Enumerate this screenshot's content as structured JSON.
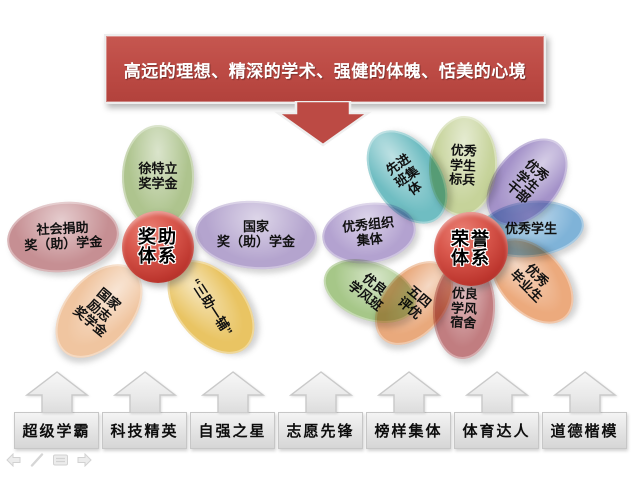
{
  "banner": {
    "text": "高远的理想、精深的学术、强健的体魄、恬美的心境",
    "color": "#bc4a44"
  },
  "left_flower": {
    "center": {
      "label": "奖助体系",
      "lines": [
        "奖助",
        "体系"
      ],
      "color": "#c23b32"
    },
    "petals": [
      {
        "label": "徐特立奖学金",
        "lines": [
          "徐特立",
          "奖学金"
        ],
        "color": "#aec48e"
      },
      {
        "label": "社会捐助奖（助）学金",
        "lines": [
          "社会捐助",
          "奖（助）学金"
        ],
        "color": "#c68f93"
      },
      {
        "label": "国家奖（助）学金",
        "lines": [
          "国家",
          "奖（助）学金"
        ],
        "color": "#b4a4ce"
      },
      {
        "label": "国家励志奖学金",
        "lines": [
          "国家",
          "励志",
          "奖学金"
        ],
        "color": "#f0c5a0"
      },
      {
        "label": "“三助一辅”",
        "lines": [
          "“三助一辅”"
        ],
        "color": "#e9c463"
      }
    ]
  },
  "right_flower": {
    "center": {
      "label": "荣誉体系",
      "lines": [
        "荣誉",
        "体系"
      ],
      "color": "#c23b32"
    },
    "petals": [
      {
        "label": "优秀组织集体",
        "lines": [
          "优秀组织",
          "集体"
        ],
        "color": "#b3a2d0"
      },
      {
        "label": "先进班集体",
        "lines": [
          "先进",
          "班集",
          "体"
        ],
        "color": "#6fbdc2"
      },
      {
        "label": "优秀学生标兵",
        "lines": [
          "优秀",
          "学生",
          "标兵"
        ],
        "color": "#c6d39a"
      },
      {
        "label": "优秀学生干部",
        "lines": [
          "优秀",
          "学生",
          "干部"
        ],
        "color": "#a492c9"
      },
      {
        "label": "优秀学生",
        "lines": [
          "优秀学生"
        ],
        "color": "#7fb3d8"
      },
      {
        "label": "优良学风班",
        "lines": [
          "优良",
          "学风班"
        ],
        "color": "#a6c788"
      },
      {
        "label": "五四评优",
        "lines": [
          "五四",
          "评优"
        ],
        "color": "#e9a97c"
      },
      {
        "label": "优良学风宿舍",
        "lines": [
          "优良",
          "学风",
          "宿舍"
        ],
        "color": "#c17d80"
      },
      {
        "label": "优秀毕业生",
        "lines": [
          "优秀",
          "毕业生"
        ],
        "color": "#ecaa7d"
      }
    ]
  },
  "bottom_row": {
    "items": [
      "超级学霸",
      "科技精英",
      "自强之星",
      "志愿先锋",
      "榜样集体",
      "体育达人",
      "道德楷模"
    ]
  },
  "presenter_toolbar": {
    "icons": [
      "previous-slide",
      "pen-tool",
      "slide-menu",
      "next-slide"
    ]
  }
}
